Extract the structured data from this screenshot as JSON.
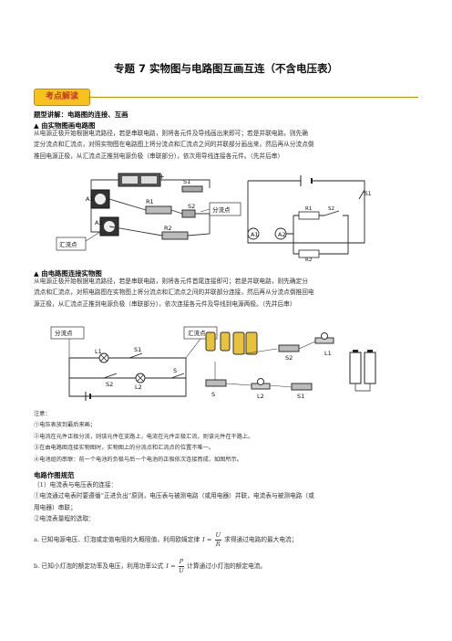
{
  "title": "专题 7  实物图与电路图互画互连（不含电压表）",
  "tag": "考点解读",
  "section1": {
    "heading": "题型讲解：电路图的连接、互画",
    "sub1": "▲  由实物图画电路图",
    "p1": [
      "从电源正极开始根据电流路径，若是串联电路，则将各元件及导线画出来即可；若是并联电路，则先确",
      "定分流点和汇流点，对照实物图在电路图上将分流点和汇流点之间的并联部分画出来，然后再从分流点倒",
      "推回电源正极，从汇流点正推到电源负极（串联部分），依次用导线连接各元件。（先并后串）"
    ],
    "fig1": {
      "labels": [
        "S1",
        "A1",
        "R1",
        "A2",
        "R2",
        "S2",
        "分流点",
        "汇流点"
      ],
      "schematic_labels": [
        "S1",
        "A1",
        "A2",
        "R1",
        "S2",
        "R2"
      ]
    },
    "sub2": "▲  由电路图连接实物图",
    "p2": [
      "从电源正极开始根据电流路径，若是串联电路，则将各元件首尾连接即可；若是并联电路，则先确定分",
      "流点和汇流点，对照电路图在实物图上将分流点和汇流点之间的并联部分连接，然后再从分流点倒推回电",
      "源正极，从汇流点正推到电源负极（串联部分），依次连接各元件及导线到电源两极。（先并后串）"
    ],
    "fig2": {
      "labels": [
        "分流点",
        "汇流点",
        "L1",
        "S1",
        "S2",
        "L2",
        "S",
        "S2",
        "L1",
        "S",
        "L2",
        "S1"
      ]
    }
  },
  "notes": {
    "heading": "注意：",
    "items": [
      "①电压表放到最后来画；",
      "②电流在元件正极分流，则该元件在支路上，电流在元件正极汇流，则该元件在干路上。",
      "③在由电路图连接实物图时，实物图上的分流点和汇流点的位置不唯一。",
      "④电池组的串联：前一个电池的负极与后一个电池的正极依次连接而成，如图所示。"
    ]
  },
  "norms": {
    "heading": "电路作图规范",
    "lines": [
      "（1）电流表与电压表的连接：",
      "①电流通过电表时要遵循“正进负出”原则，电压表与被测电路（或用电器）并联，电流表与被测电路（或",
      "用电器）串联；",
      "②电流表量程的选取：",
      "a. 已知电源电压、灯泡或定值电阻的大概阻值，利用欧姆定律",
      "求得通过电路的最大电流；",
      "b. 已知小灯泡的额定功率及电压，利用功率公式",
      "计算通过小灯泡的额定电流。"
    ],
    "formula1": {
      "lhs": "I =",
      "num": "U",
      "den": "R"
    },
    "formula2": {
      "lhs": "I =",
      "num": "P",
      "den": "U"
    }
  }
}
